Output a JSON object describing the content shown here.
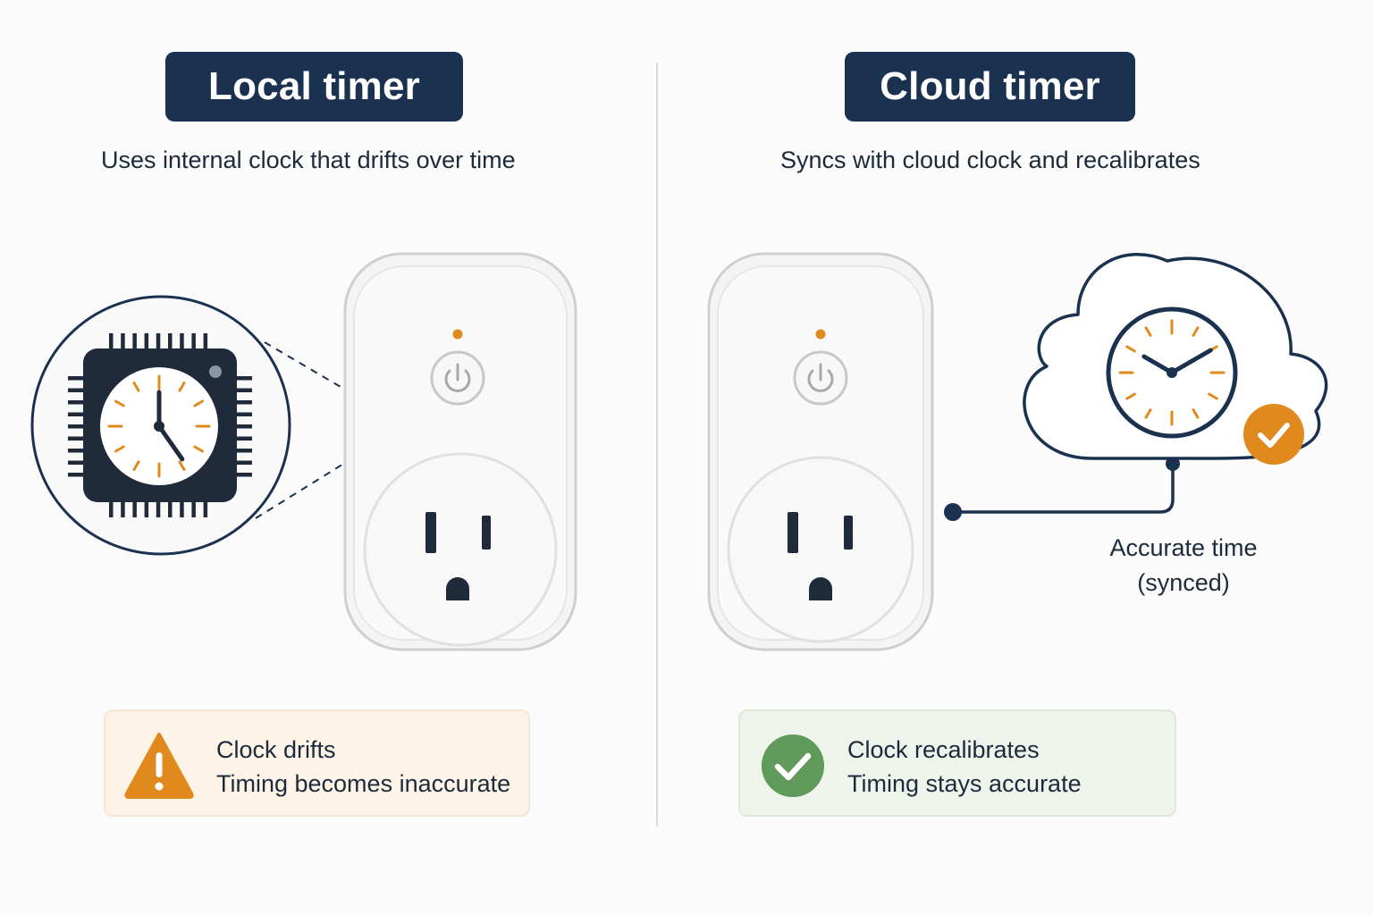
{
  "local": {
    "title": "Local timer",
    "subtitle": "Uses internal clock that drifts over time",
    "status_line1": "Clock drifts",
    "status_line2": "Timing becomes inaccurate",
    "status_icon": "warning-triangle-icon"
  },
  "cloud": {
    "title": "Cloud timer",
    "subtitle": "Syncs with cloud clock and recalibrates",
    "sync_label_line1": "Accurate time",
    "sync_label_line2": "(synced)",
    "status_line1": "Clock recalibrates",
    "status_line2": "Timing stays accurate",
    "status_icon": "checkmark-circle-icon"
  },
  "colors": {
    "navy": "#1b3150",
    "orange": "#e08a1e",
    "green": "#5f9a5b",
    "plug_white": "#f6f6f6",
    "plug_border": "#d2d2d2"
  }
}
